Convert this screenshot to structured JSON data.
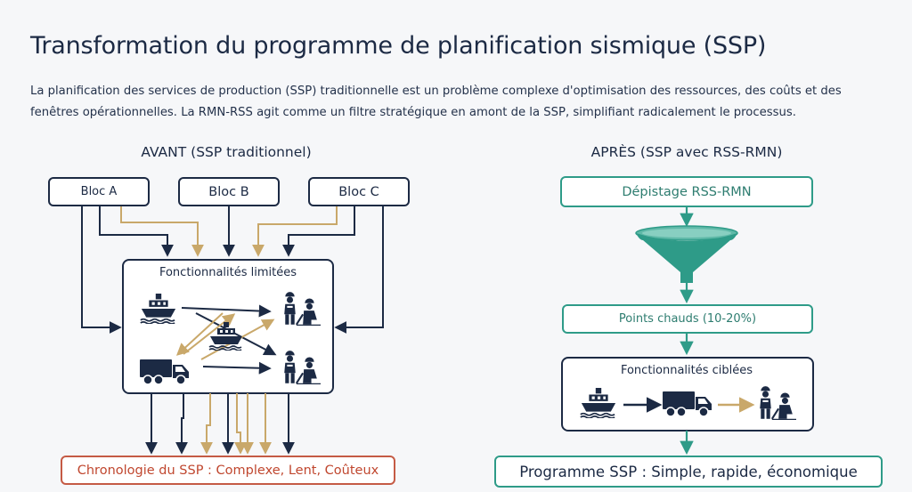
{
  "header": {
    "title": "Transformation du programme de planification sismique (SSP)",
    "intro_line1": "La planification des services de production (SSP) traditionnelle est un problème complexe d'optimisation des ressources, des coûts et des",
    "intro_line2": "fenêtres opérationnelles. La RMN-RSS agit comme un filtre stratégique en amont de la SSP, simplifiant radicalement le processus."
  },
  "before": {
    "title": "AVANT (SSP traditionnel)",
    "blocks": [
      "Bloc A",
      "Bloc B",
      "Bloc C"
    ],
    "container_label": "Fonctionnalités limitées",
    "result": "Chronologie du SSP : Complexe, Lent, Coûteux"
  },
  "after": {
    "title": "APRÈS (SSP avec RSS-RMN)",
    "screening": "Dépistage RSS-RMN",
    "hotspots": "Points chauds (10-20%)",
    "container_label": "Fonctionnalités ciblées",
    "result": "Programme SSP : Simple, rapide, économique"
  },
  "colors": {
    "navy": "#1c2a44",
    "gold": "#c9a86a",
    "teal": "#2e9b88",
    "red": "#c55b45"
  },
  "icons": [
    "ship-icon",
    "truck-icon",
    "workers-icon",
    "funnel-icon"
  ]
}
